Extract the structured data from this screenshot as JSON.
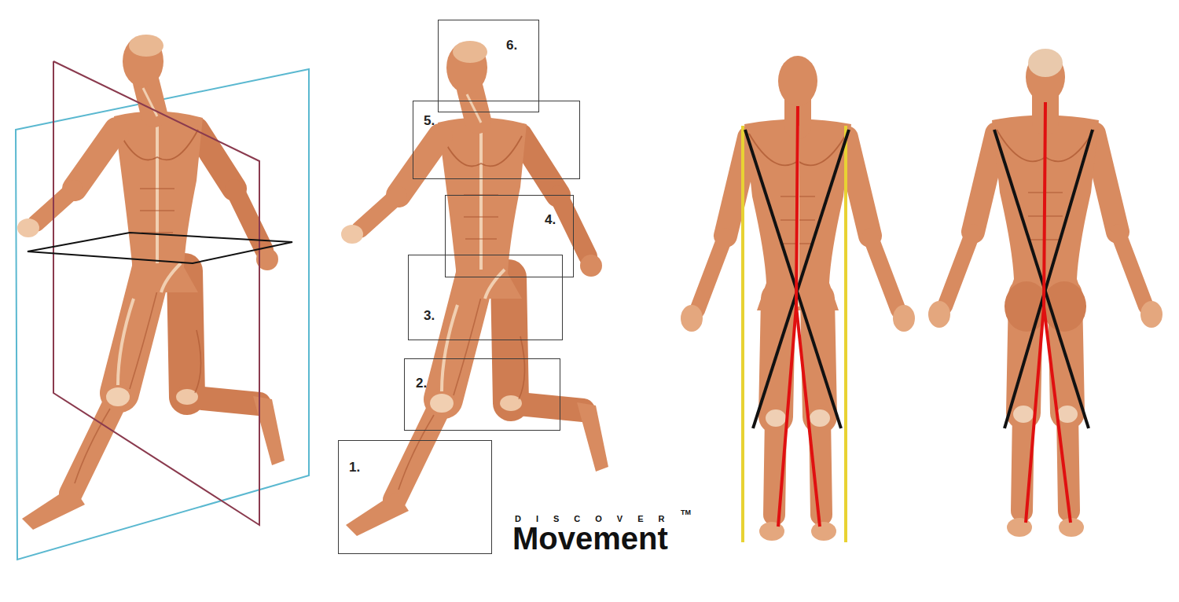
{
  "diagram": {
    "nodes": [
      {
        "text": [
          "1."
        ]
      },
      {
        "text": [
          "2."
        ]
      },
      {
        "text": [
          "3."
        ]
      },
      {
        "text": [
          "4."
        ]
      },
      {
        "text": [
          "5."
        ]
      },
      {
        "text": [
          "6."
        ]
      }
    ],
    "labels": [
      "DISCOVER",
      "TM",
      "Movement"
    ]
  }
}
